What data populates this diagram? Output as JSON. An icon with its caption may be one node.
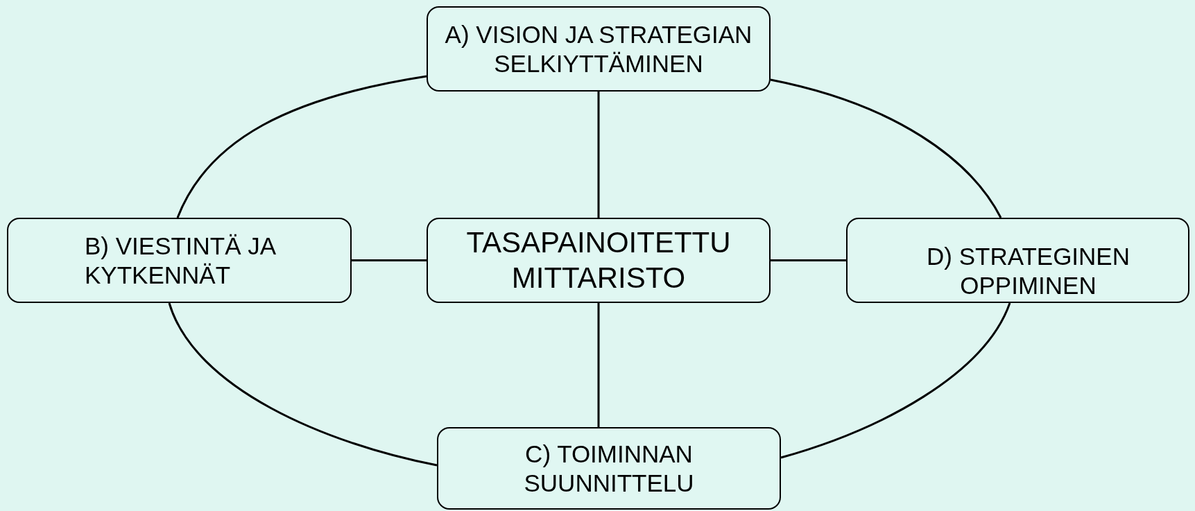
{
  "diagram": {
    "nodes": [
      {
        "text": [
          "A) VISION JA STRATEGIAN SELKIYTTÄMINEN"
        ]
      },
      {
        "text": [
          "B) VIESTINTÄ JA KYTKENNÄT"
        ]
      },
      {
        "text": [
          "TASAPAINOITETTU MITTARISTO"
        ]
      },
      {
        "text": [
          "D) STRATEGINEN OPPIMINEN"
        ]
      },
      {
        "text": [
          "C) TOIMINNAN SUUNNITTELU"
        ]
      }
    ],
    "edges": [
      {
        "from": 0,
        "to": 1,
        "arrow": "none"
      },
      {
        "from": 0,
        "to": 3,
        "arrow": "none"
      },
      {
        "from": 0,
        "to": 2,
        "arrow": "none"
      },
      {
        "from": 1,
        "to": 2,
        "arrow": "none"
      },
      {
        "from": 2,
        "to": 3,
        "arrow": "none"
      },
      {
        "from": 2,
        "to": 4,
        "arrow": "none"
      },
      {
        "from": 1,
        "to": 4,
        "arrow": "none"
      },
      {
        "from": 3,
        "to": 4,
        "arrow": "none"
      }
    ]
  }
}
